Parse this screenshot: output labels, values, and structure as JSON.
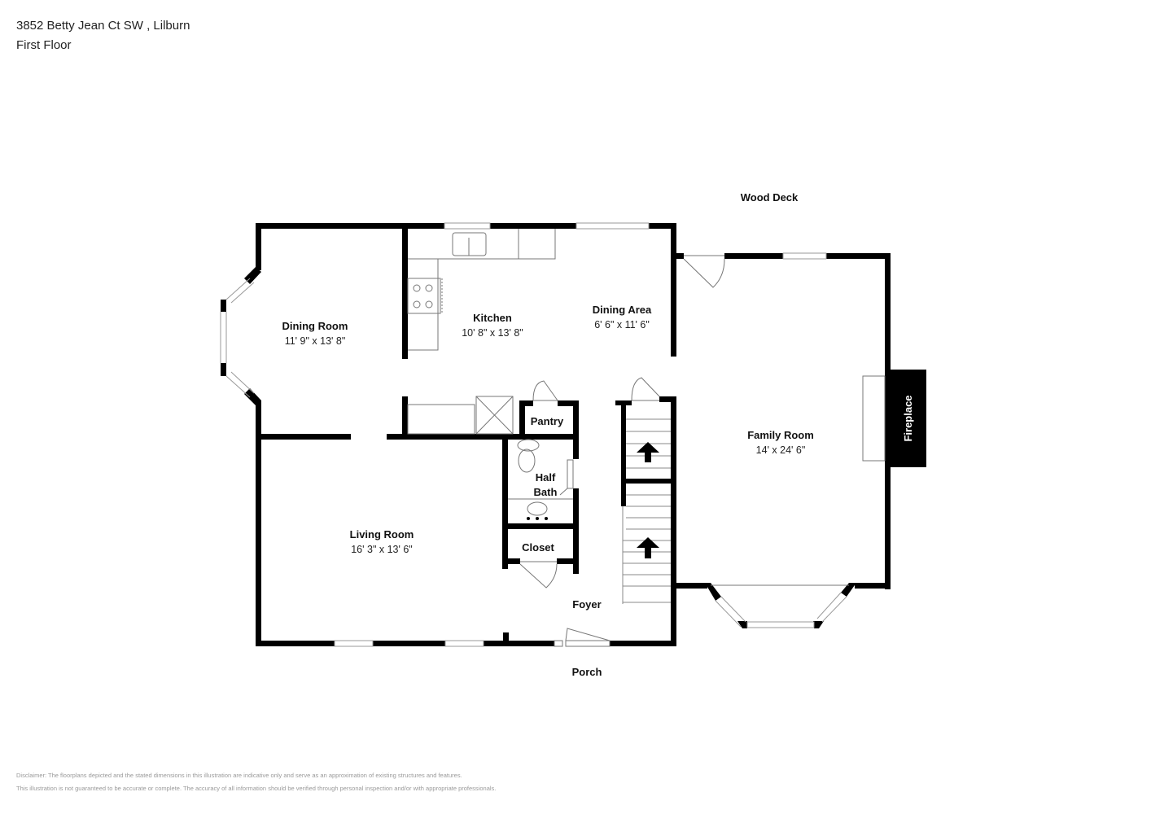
{
  "header": {
    "address": "3852 Betty Jean Ct SW , Lilburn",
    "floor": "First Floor"
  },
  "rooms": [
    {
      "name": "Dining Room",
      "dimensions": "11' 9\" x 13' 8\""
    },
    {
      "name": "Kitchen",
      "dimensions": "10' 8\" x 13' 8\""
    },
    {
      "name": "Dining Area",
      "dimensions": "6' 6\" x 11' 6\""
    },
    {
      "name": "Family Room",
      "dimensions": "14' x 24' 6\""
    },
    {
      "name": "Living Room",
      "dimensions": "16' 3\" x 13' 6\""
    }
  ],
  "labels": {
    "wood_deck": "Wood Deck",
    "pantry": "Pantry",
    "half_bath_1": "Half",
    "half_bath_2": "Bath",
    "closet": "Closet",
    "foyer": "Foyer",
    "porch": "Porch",
    "fireplace": "Fireplace"
  },
  "disclaimer": {
    "line1": "Disclaimer: The floorplans depicted and the stated dimensions in this illustration are indicative only and serve as an approximation of existing structures and features.",
    "line2": "This illustration is not guaranteed to be accurate or complete. The accuracy of all information should be verified through personal inspection and/or with appropriate professionals."
  },
  "colors": {
    "wall": "#000000",
    "fixture": "#777777",
    "background": "#ffffff"
  }
}
